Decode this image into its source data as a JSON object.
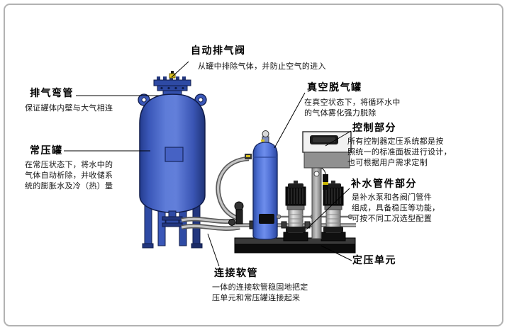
{
  "diagram": {
    "labels": {
      "auto_vent_valve": {
        "title": "自动排气阀",
        "desc": "从罐中排除气体，并防止空气的进入"
      },
      "vent_bend_pipe": {
        "title": "排气弯管",
        "desc": "保证罐体内壁与大气相连"
      },
      "pressure_tank": {
        "title": "常压罐",
        "desc": "在常压状态下，将水中的\n气体自动析除，并收储系\n统的膨胀水及冷（热）量"
      },
      "vacuum_degas_tank": {
        "title": "真空脱气罐",
        "desc": "在真空状态下，将循环水中\n的气体雾化强力脱除"
      },
      "control_section": {
        "title": "控制部分",
        "desc": "所有控制器定压系统都是按\n照统一的标准面板进行设计，\n也可根据用户需求定制"
      },
      "makeup_piping_section": {
        "title": "补水管件部分",
        "desc": "是补水泵和各阀门管件\n组成，具备稳压等功能，\n可按不同工况选型配置"
      },
      "pressure_unit": {
        "title": "定压单元"
      },
      "connecting_hose": {
        "title": "连接软管",
        "desc": "一体的连接软管稳固地把定\n压单元和常压罐连接起来"
      }
    },
    "colors": {
      "tank_blue": "#4662c4",
      "tank_blue_dark": "#22367e",
      "degas_blue": "#5a7ae0",
      "base_black": "#0c0c0c",
      "panel_white": "#f2f2f2",
      "panel_gray": "#909090",
      "hose_gray": "#c4c4c4",
      "valve_yellow": "#d8c020",
      "border_gray": "#b2b2b2"
    }
  }
}
